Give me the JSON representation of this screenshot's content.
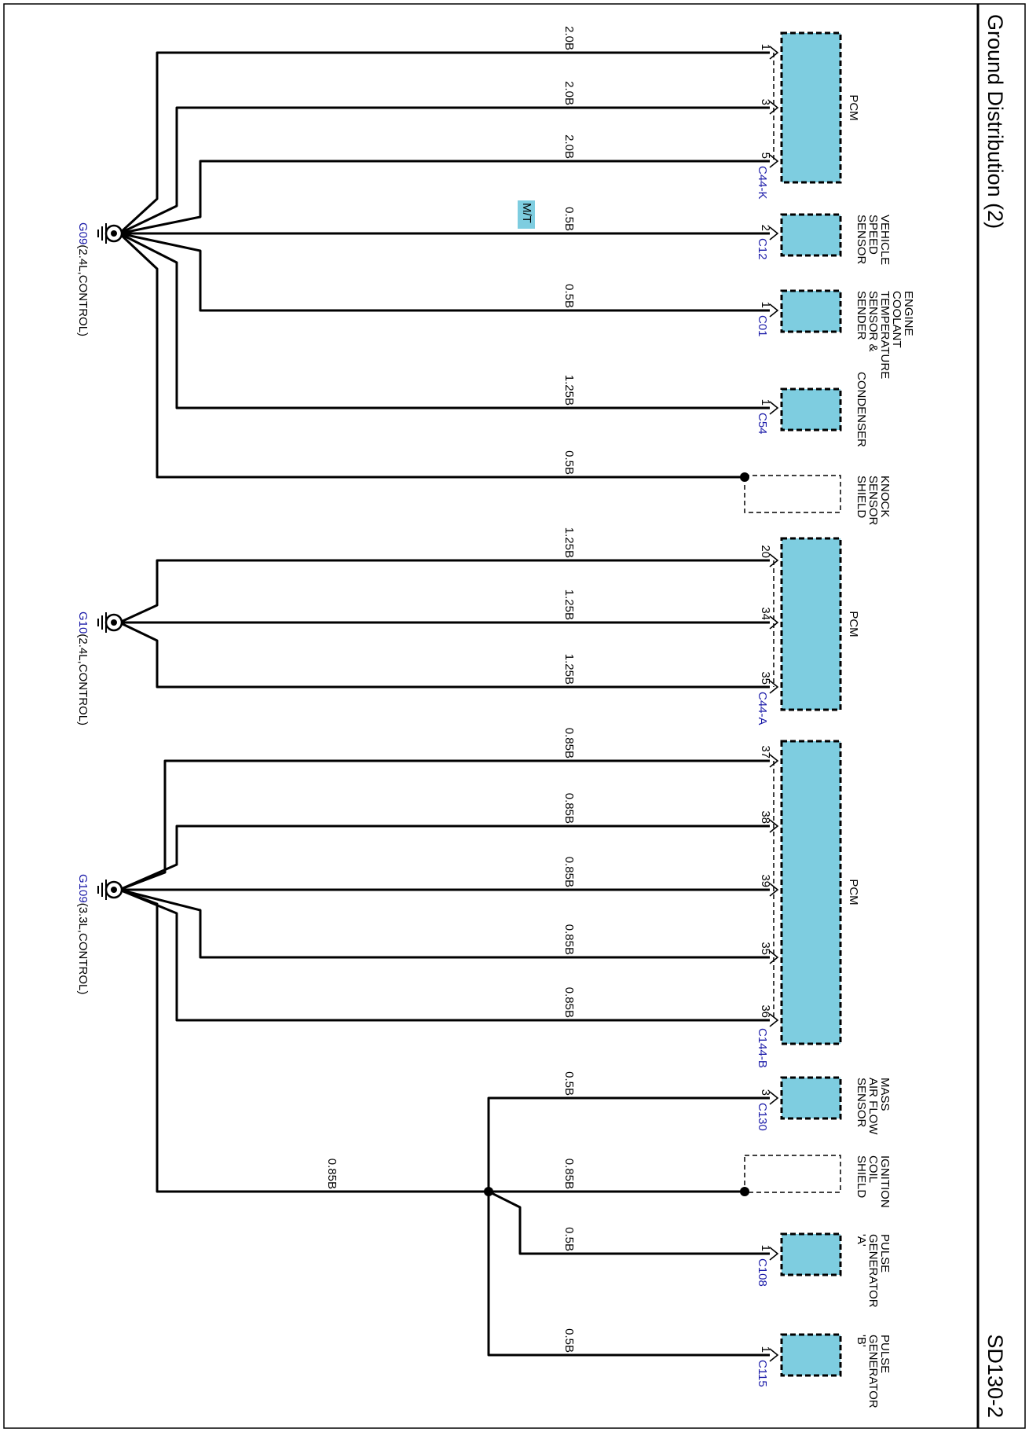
{
  "page": {
    "title": "Ground Distribution (2)",
    "page_id": "SD130-2"
  },
  "diagram": {
    "grounds": [
      {
        "id": "G09",
        "name": "G09",
        "note": "(2.4L,CONTROL)"
      },
      {
        "id": "G10",
        "name": "G10",
        "note": "(2.4L,CONTROL)"
      },
      {
        "id": "G109",
        "name": "G109",
        "note": "(3.3L,CONTROL)"
      }
    ],
    "components": [
      {
        "id": "pcm-a",
        "label": [
          "PCM"
        ],
        "connector": "C44-K"
      },
      {
        "id": "vss",
        "label": [
          "VEHICLE",
          "SPEED",
          "SENSOR"
        ],
        "connector": "C12"
      },
      {
        "id": "ects",
        "label": [
          "ENGINE",
          "COOLANT",
          "TEMPERATURE",
          "SENSOR &",
          "SENDER"
        ],
        "connector": "C01"
      },
      {
        "id": "cond",
        "label": [
          "CONDENSER"
        ],
        "connector": "C54"
      },
      {
        "id": "knock",
        "label": [
          "KNOCK",
          "SENSOR",
          "SHIELD"
        ],
        "connector": ""
      },
      {
        "id": "pcm-b",
        "label": [
          "PCM"
        ],
        "connector": "C44-A"
      },
      {
        "id": "pcm-c",
        "label": [
          "PCM"
        ],
        "connector": "C144-B"
      },
      {
        "id": "maf",
        "label": [
          "MASS",
          "AIR FLOW",
          "SENSOR"
        ],
        "connector": "C130"
      },
      {
        "id": "ign",
        "label": [
          "IGNITION",
          "COIL",
          "SHIELD"
        ],
        "connector": ""
      },
      {
        "id": "pga",
        "label": [
          "PULSE",
          "GENERATOR",
          "'A'"
        ],
        "connector": "C108"
      },
      {
        "id": "pgb",
        "label": [
          "PULSE",
          "GENERATOR",
          "'B'"
        ],
        "connector": "C115"
      }
    ],
    "wires": [
      {
        "id": "w1",
        "ground": "G09",
        "component": "pcm-a",
        "pin": "1",
        "spec": "2.0B"
      },
      {
        "id": "w2",
        "ground": "G09",
        "component": "pcm-a",
        "pin": "3",
        "spec": "2.0B"
      },
      {
        "id": "w3",
        "ground": "G09",
        "component": "pcm-a",
        "pin": "5",
        "spec": "2.0B"
      },
      {
        "id": "w4",
        "ground": "G09",
        "component": "vss",
        "pin": "2",
        "spec": "0.5B",
        "option": "M/T"
      },
      {
        "id": "w5",
        "ground": "G09",
        "component": "ects",
        "pin": "1",
        "spec": "0.5B"
      },
      {
        "id": "w6",
        "ground": "G09",
        "component": "cond",
        "pin": "1",
        "spec": "1.25B"
      },
      {
        "id": "w7",
        "ground": "G09",
        "component": "knock",
        "pin": "",
        "spec": "0.5B"
      },
      {
        "id": "w8",
        "ground": "G10",
        "component": "pcm-b",
        "pin": "20",
        "spec": "1.25B"
      },
      {
        "id": "w9",
        "ground": "G10",
        "component": "pcm-b",
        "pin": "34",
        "spec": "1.25B"
      },
      {
        "id": "w10",
        "ground": "G10",
        "component": "pcm-b",
        "pin": "35",
        "spec": "1.25B"
      },
      {
        "id": "w11",
        "ground": "G109",
        "component": "pcm-c",
        "pin": "37",
        "spec": "0.85B"
      },
      {
        "id": "w12",
        "ground": "G109",
        "component": "pcm-c",
        "pin": "38",
        "spec": "0.85B"
      },
      {
        "id": "w13",
        "ground": "G109",
        "component": "pcm-c",
        "pin": "39",
        "spec": "0.85B"
      },
      {
        "id": "w14",
        "ground": "G109",
        "component": "pcm-c",
        "pin": "35",
        "spec": "0.85B"
      },
      {
        "id": "w15",
        "ground": "G109",
        "component": "pcm-c",
        "pin": "36",
        "spec": "0.85B"
      },
      {
        "id": "w16",
        "ground": "splice",
        "component": "maf",
        "pin": "3",
        "spec": "0.5B"
      },
      {
        "id": "w17",
        "ground": "splice",
        "component": "ign",
        "pin": "",
        "spec": "0.85B"
      },
      {
        "id": "w18",
        "ground": "splice",
        "component": "pga",
        "pin": "1",
        "spec": "0.5B"
      },
      {
        "id": "w19",
        "ground": "splice",
        "component": "pgb",
        "pin": "1",
        "spec": "0.5B"
      },
      {
        "id": "w20",
        "ground": "G109",
        "component": "splice",
        "pin": "",
        "spec": "0.85B"
      }
    ]
  }
}
